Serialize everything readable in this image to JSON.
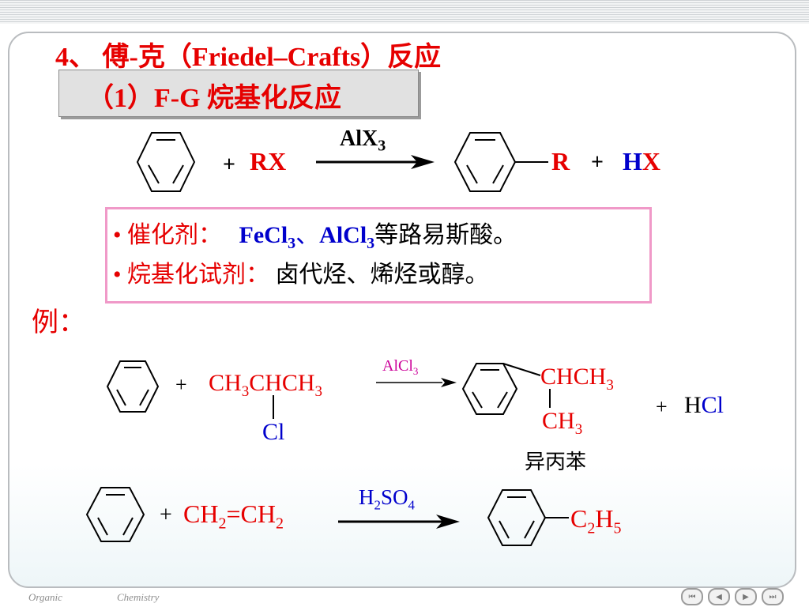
{
  "slide": {
    "title": "4、 傅-克（Friedel–Crafts）反应",
    "subtitle": "（1）F-G 烷基化反应"
  },
  "general_reaction": {
    "plus1": "+",
    "reagent": "RX",
    "catalyst_main": "AlX",
    "catalyst_sub": "3",
    "product_group": "R",
    "plus2": "+",
    "byproduct_h": "H",
    "byproduct_x": "X"
  },
  "notes": {
    "bullet": "•",
    "catalyst_label": "催化剂：",
    "catalyst_a": "FeCl",
    "catalyst_a_sub": "3",
    "sep": "、",
    "catalyst_b": "AlCl",
    "catalyst_b_sub": "3",
    "catalyst_tail": "等路易斯酸。",
    "reagent_label": "烷基化试剂：",
    "reagent_value": "卤代烃、烯烃或醇。"
  },
  "example_label": "例：",
  "example1": {
    "plus1": "+",
    "reagent_ch3a": "CH",
    "reagent_ch3a_sub": "3",
    "reagent_chch": "CHCH",
    "reagent_sub": "3",
    "reagent_cl": "Cl",
    "catalyst": "AlCl",
    "catalyst_sub": "3",
    "product_top": "CHCH",
    "product_top_sub": "3",
    "product_bottom": "CH",
    "product_bottom_sub": "3",
    "product_name": "异丙苯",
    "plus2": "+",
    "byproduct_h": "H",
    "byproduct_cl": "Cl"
  },
  "example2": {
    "plus": "+",
    "reagent_a": "CH",
    "reagent_a_sub": "2",
    "reagent_eq": "=CH",
    "reagent_b_sub": "2",
    "catalyst_h": "H",
    "catalyst_h_sub": "2",
    "catalyst_so": "SO",
    "catalyst_so_sub": "4",
    "product_c": "C",
    "product_c_sub": "2",
    "product_h": "H",
    "product_h_sub": "5"
  },
  "footer": {
    "left": "Organic",
    "right": "Chemistry",
    "nav": [
      "⏮",
      "◀",
      "▶",
      "⏭"
    ]
  },
  "colors": {
    "red": "#e60000",
    "blue": "#0000cc",
    "magenta": "#cc0099",
    "pink_border": "#f099c8"
  }
}
